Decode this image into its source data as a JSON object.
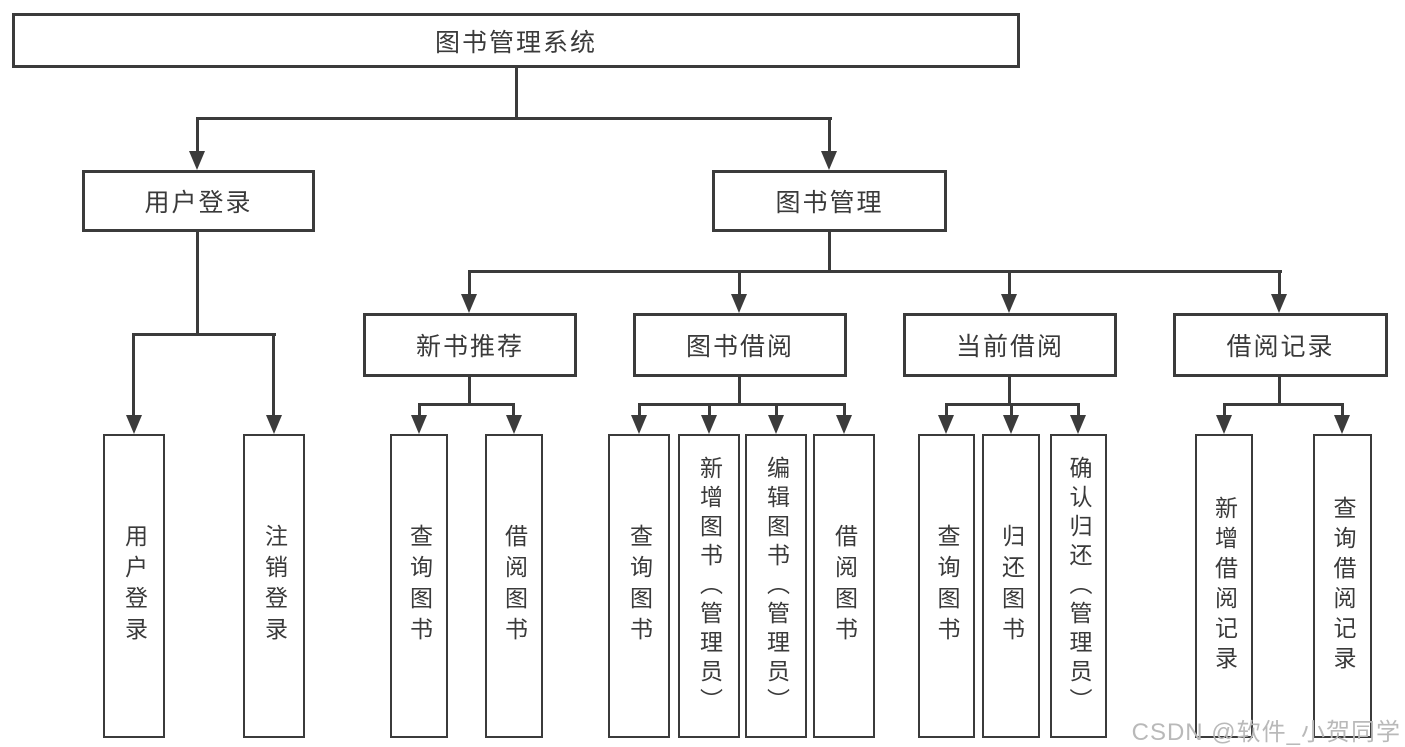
{
  "tree": {
    "root": "图书管理系统",
    "children": [
      {
        "label": "用户登录",
        "children": [
          {
            "label": "用户登录"
          },
          {
            "label": "注销登录"
          }
        ]
      },
      {
        "label": "图书管理",
        "children": [
          {
            "label": "新书推荐",
            "children": [
              {
                "label": "查询图书"
              },
              {
                "label": "借阅图书"
              }
            ]
          },
          {
            "label": "图书借阅",
            "children": [
              {
                "label": "查询图书"
              },
              {
                "label": "新增图书（管理员）"
              },
              {
                "label": "编辑图书（管理员）"
              },
              {
                "label": "借阅图书"
              }
            ]
          },
          {
            "label": "当前借阅",
            "children": [
              {
                "label": "查询图书"
              },
              {
                "label": "归还图书"
              },
              {
                "label": "确认归还（管理员）"
              }
            ]
          },
          {
            "label": "借阅记录",
            "children": [
              {
                "label": "新增借阅记录"
              },
              {
                "label": "查询借阅记录"
              }
            ]
          }
        ]
      }
    ]
  },
  "watermark": {
    "text": "CSDN @软件_小贺同学"
  },
  "colors": {
    "line": "#3b3b3b",
    "text": "#3a3a3a",
    "background": "#ffffff",
    "watermark": "#b9b9b9"
  }
}
